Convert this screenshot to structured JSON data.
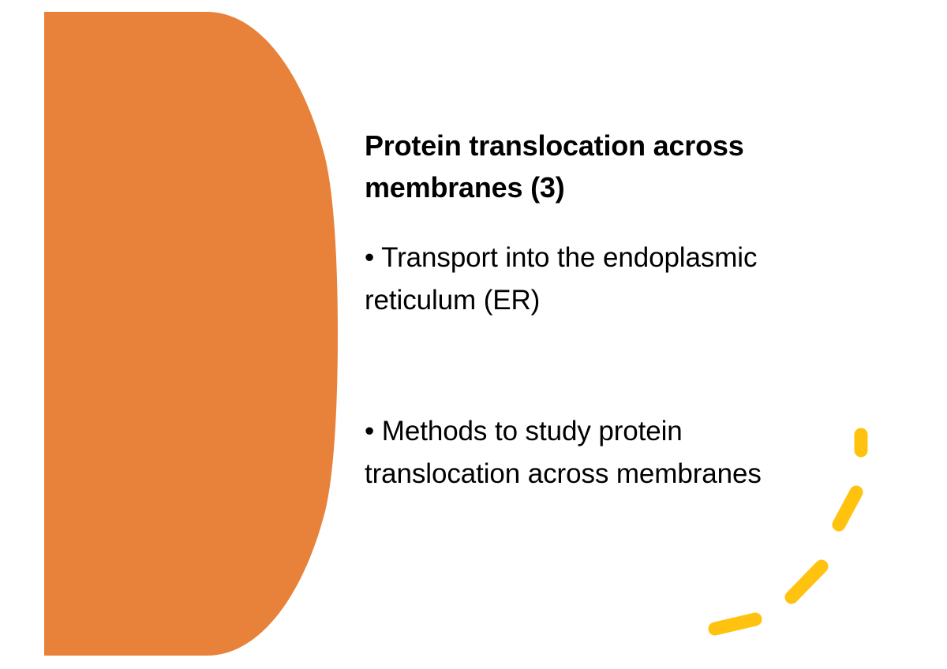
{
  "slide": {
    "background_color": "#ffffff",
    "title": "Protein translocation across membranes (3)",
    "bullets": [
      {
        "glyph": "•",
        "text": " Transport into the endoplasmic reticulum (ER)"
      },
      {
        "glyph": "•",
        "text": " Methods to study protein translocation across membranes"
      }
    ]
  },
  "decorations": {
    "orange_shape": {
      "name": "half-round-orange-band",
      "color": "#E8813A"
    },
    "yellow_arc": {
      "name": "dashed-yellow-arc",
      "color": "#FFC20E",
      "dash_count": 4
    }
  }
}
